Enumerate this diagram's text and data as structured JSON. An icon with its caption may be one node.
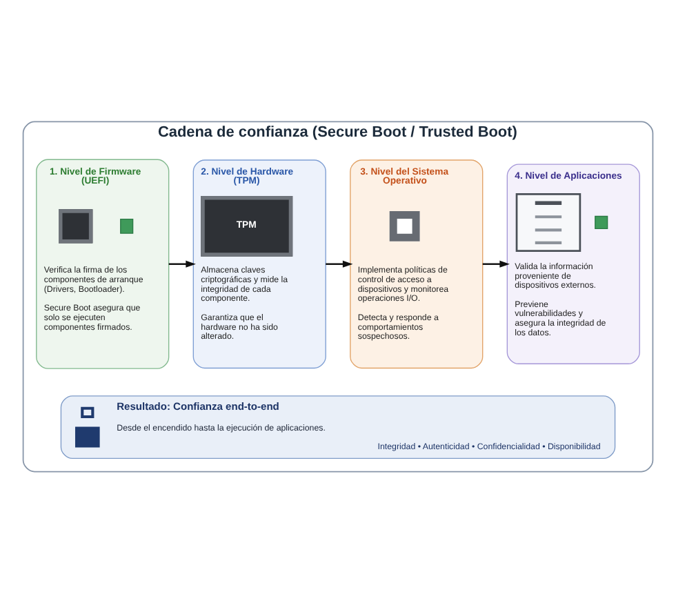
{
  "diagram": {
    "nodes": [
      {
        "text": [
          "Cadena de confianza (Secure Boot / Trusted Boot)"
        ]
      },
      {
        "text": [
          "1. Nivel de Firmware (UEFI)",
          "Verifica la firma de los componentes de arranque (Drivers, Bootloader).",
          "Secure Boot asegura que solo se ejecuten componentes firmados."
        ],
        "in": 0
      },
      {
        "text": [
          "2. Nivel de Hardware (TPM)",
          "TPM",
          "Almacena claves criptográficas y mide la integridad de cada componente.",
          "Garantiza que el hardware no ha sido alterado."
        ],
        "in": 0
      },
      {
        "text": [
          "3. Nivel del Sistema Operativo",
          "Implementa políticas de control de acceso a dispositivos y monitorea operaciones I/O.",
          "Detecta y responde a comportamientos sospechosos."
        ],
        "in": 0
      },
      {
        "text": [
          "4. Nivel de Aplicaciones",
          "Valida la información proveniente de dispositivos externos.",
          "Previene vulnerabilidades y asegura la integridad de los datos."
        ],
        "in": 0
      },
      {
        "text": [
          "Resultado: Confianza end-to-end",
          "Desde el encendido hasta la ejecución de aplicaciones.",
          "Integridad • Autenticidad • Confidencialidad • Disponibilidad"
        ],
        "in": 0
      }
    ],
    "edges": [
      {
        "from": 1,
        "to": 2,
        "arrow": "to"
      },
      {
        "from": 2,
        "to": 3,
        "arrow": "to"
      },
      {
        "from": 3,
        "to": 4,
        "arrow": "to"
      }
    ]
  }
}
